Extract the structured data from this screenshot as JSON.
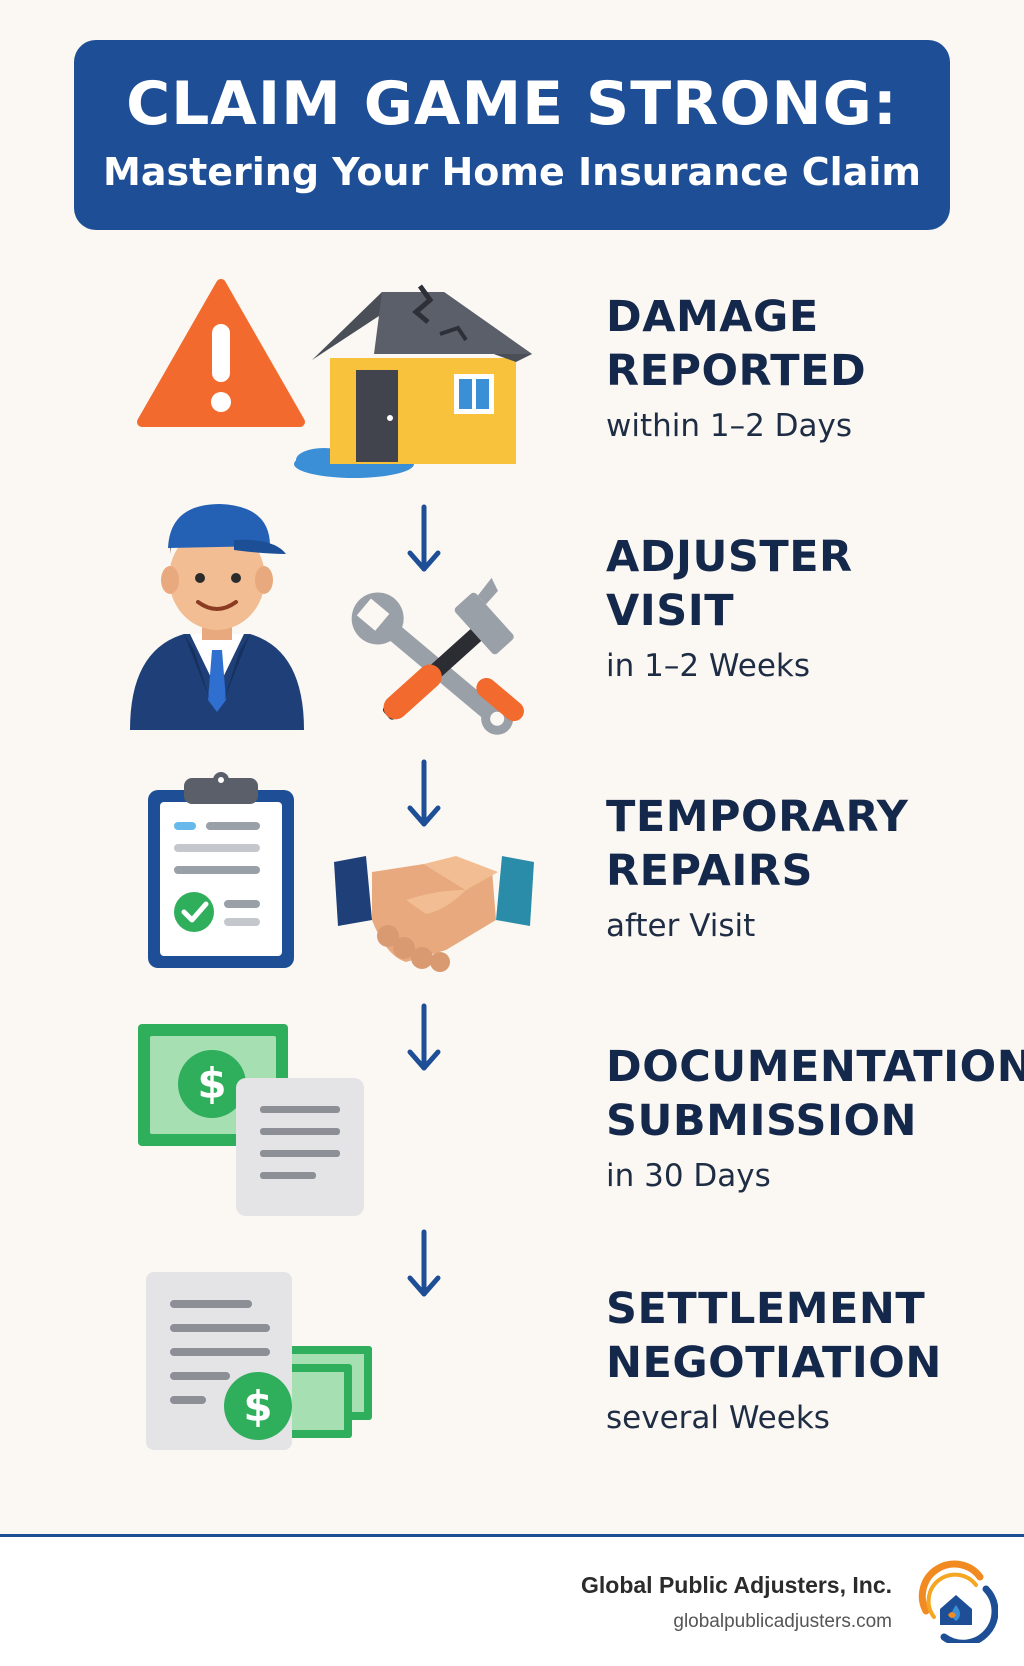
{
  "header": {
    "title": "CLAIM GAME STRONG:",
    "subtitle": "Mastering Your Home Insurance Claim"
  },
  "steps": [
    {
      "title_line1": "DAMAGE",
      "title_line2": "REPORTED",
      "timeframe": "within 1–2 Days",
      "icons": [
        "warning-icon",
        "damaged-house-icon"
      ]
    },
    {
      "title_line1": "ADJUSTER",
      "title_line2": "VISIT",
      "timeframe": "in 1–2 Weeks",
      "icons": [
        "adjuster-person-icon",
        "tools-icon"
      ]
    },
    {
      "title_line1": "TEMPORARY",
      "title_line2": "REPAIRS",
      "timeframe": "after Visit",
      "icons": [
        "clipboard-icon",
        "handshake-icon"
      ]
    },
    {
      "title_line1": "DOCUMENTATION",
      "title_line2": "SUBMISSION",
      "timeframe": "in 30 Days",
      "icons": [
        "money-icon",
        "document-icon"
      ]
    },
    {
      "title_line1": "SETTLEMENT",
      "title_line2": "NEGOTIATION",
      "timeframe": "several Weeks",
      "icons": [
        "document-money-icon"
      ]
    }
  ],
  "footer": {
    "company": "Global Public Adjusters, Inc.",
    "website": "globalpublicadjusters.com"
  },
  "colors": {
    "banner": "#1e4f96",
    "background": "#fbf8f3",
    "text": "#14284b",
    "arrow": "#1e4f96"
  }
}
